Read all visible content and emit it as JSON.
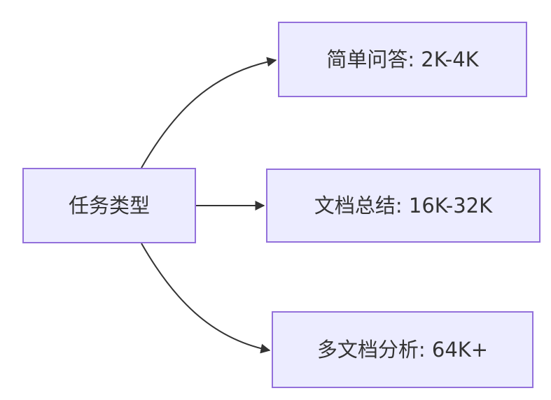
{
  "diagram": {
    "type": "flowchart-lr",
    "root": {
      "id": "task-type",
      "label": "任务类型"
    },
    "children": [
      {
        "id": "simple-qa",
        "label": "简单问答: 2K-4K"
      },
      {
        "id": "doc-summary",
        "label": "文档总结: 16K-32K"
      },
      {
        "id": "multidoc-analysis",
        "label": "多文档分析: 64K+"
      }
    ],
    "edges": [
      {
        "from": "task-type",
        "to": "simple-qa"
      },
      {
        "from": "task-type",
        "to": "doc-summary"
      },
      {
        "from": "task-type",
        "to": "multidoc-analysis"
      }
    ],
    "colors": {
      "node_fill": "#ECECFF",
      "node_border": "#9370DB",
      "text": "#333333",
      "arrow": "#333333",
      "background": "#FFFFFF"
    }
  }
}
